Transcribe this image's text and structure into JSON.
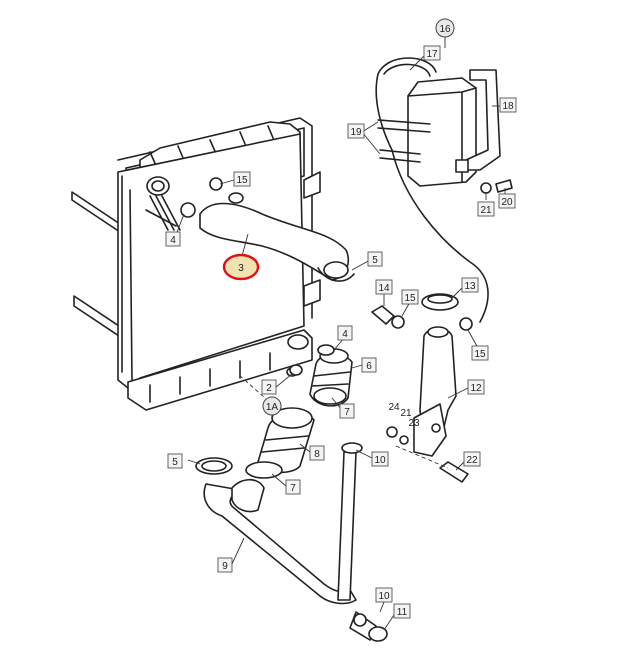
{
  "highlight_color": "#e0101a",
  "callouts": [
    {
      "id": "c16",
      "label": "16",
      "shape": "circle"
    },
    {
      "id": "c17",
      "label": "17",
      "shape": "box"
    },
    {
      "id": "c18",
      "label": "18",
      "shape": "box"
    },
    {
      "id": "c19",
      "label": "19",
      "shape": "box"
    },
    {
      "id": "c15a",
      "label": "15",
      "shape": "box"
    },
    {
      "id": "c4a",
      "label": "4",
      "shape": "box"
    },
    {
      "id": "c3",
      "label": "3",
      "shape": "highlight"
    },
    {
      "id": "c5a",
      "label": "5",
      "shape": "box"
    },
    {
      "id": "c21a",
      "label": "21",
      "shape": "box"
    },
    {
      "id": "c20",
      "label": "20",
      "shape": "box"
    },
    {
      "id": "c13",
      "label": "13",
      "shape": "box"
    },
    {
      "id": "c14",
      "label": "14",
      "shape": "box"
    },
    {
      "id": "c15b",
      "label": "15",
      "shape": "box"
    },
    {
      "id": "c15c",
      "label": "15",
      "shape": "box"
    },
    {
      "id": "c4b",
      "label": "4",
      "shape": "box"
    },
    {
      "id": "c6",
      "label": "6",
      "shape": "box"
    },
    {
      "id": "c2",
      "label": "2",
      "shape": "box"
    },
    {
      "id": "c1a",
      "label": "1A",
      "shape": "circle"
    },
    {
      "id": "c7a",
      "label": "7",
      "shape": "box"
    },
    {
      "id": "c12",
      "label": "12",
      "shape": "box"
    },
    {
      "id": "c24",
      "label": "24",
      "shape": "text"
    },
    {
      "id": "c21b",
      "label": "21",
      "shape": "text"
    },
    {
      "id": "c23",
      "label": "23",
      "shape": "text"
    },
    {
      "id": "c10a",
      "label": "10",
      "shape": "box"
    },
    {
      "id": "c8",
      "label": "8",
      "shape": "box"
    },
    {
      "id": "c22",
      "label": "22",
      "shape": "box"
    },
    {
      "id": "c5b",
      "label": "5",
      "shape": "box"
    },
    {
      "id": "c7b",
      "label": "7",
      "shape": "box"
    },
    {
      "id": "c9",
      "label": "9",
      "shape": "box"
    },
    {
      "id": "c10b",
      "label": "10",
      "shape": "box"
    },
    {
      "id": "c11",
      "label": "11",
      "shape": "box"
    }
  ]
}
